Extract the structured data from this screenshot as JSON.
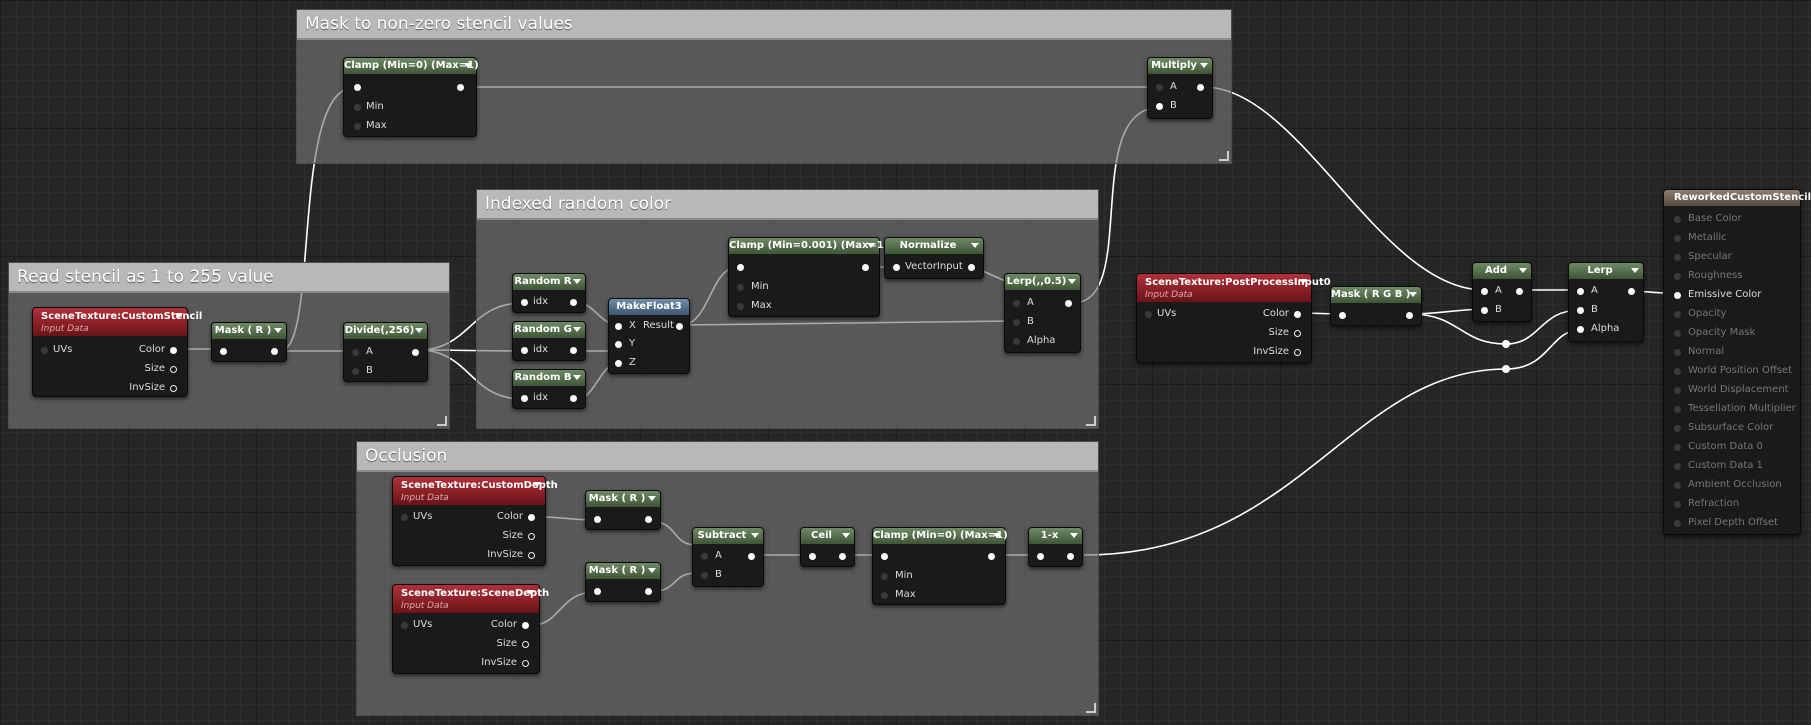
{
  "comments": {
    "mask": "Mask to non-zero stencil values",
    "random": "Indexed random color",
    "read": "Read stencil as 1 to 255 value",
    "occlusion": "Occlusion"
  },
  "nodes": {
    "clamp_top": {
      "title": "Clamp (Min=0) (Max=1)",
      "pins": [
        "Min",
        "Max"
      ]
    },
    "multiply": {
      "title": "Multiply",
      "pins": [
        "A",
        "B"
      ]
    },
    "scene_stencil": {
      "title": "SceneTexture:CustomStencil",
      "subtitle": "Input Data",
      "inputs": [
        "UVs"
      ],
      "outputs": [
        "Color",
        "Size",
        "InvSize"
      ]
    },
    "mask_r1": {
      "title": "Mask ( R )"
    },
    "divide": {
      "title": "Divide(,256)",
      "pins": [
        "A",
        "B"
      ]
    },
    "random_r": {
      "title": "Random R",
      "pin": "idx"
    },
    "random_g": {
      "title": "Random G",
      "pin": "idx"
    },
    "random_b": {
      "title": "Random B",
      "pin": "idx"
    },
    "makefloat3": {
      "title": "MakeFloat3",
      "pins": [
        "X",
        "Y",
        "Z"
      ],
      "output": "Result"
    },
    "clamp_mid": {
      "title": "Clamp (Min=0.001) (Max=1)",
      "pins": [
        "Min",
        "Max"
      ]
    },
    "normalize": {
      "title": "Normalize",
      "pin": "VectorInput"
    },
    "lerp_mid": {
      "title": "Lerp(,,0.5)",
      "pins": [
        "A",
        "B",
        "Alpha"
      ]
    },
    "scene_post": {
      "title": "SceneTexture:PostProcessInput0",
      "subtitle": "Input Data",
      "inputs": [
        "UVs"
      ],
      "outputs": [
        "Color",
        "Size",
        "InvSize"
      ]
    },
    "mask_rgb": {
      "title": "Mask ( R G B )"
    },
    "add": {
      "title": "Add",
      "pins": [
        "A",
        "B"
      ]
    },
    "lerp_final": {
      "title": "Lerp",
      "pins": [
        "A",
        "B",
        "Alpha"
      ]
    },
    "scene_cdepth": {
      "title": "SceneTexture:CustomDepth",
      "subtitle": "Input Data",
      "inputs": [
        "UVs"
      ],
      "outputs": [
        "Color",
        "Size",
        "InvSize"
      ]
    },
    "scene_sdepth": {
      "title": "SceneTexture:SceneDepth",
      "subtitle": "Input Data",
      "inputs": [
        "UVs"
      ],
      "outputs": [
        "Color",
        "Size",
        "InvSize"
      ]
    },
    "mask_r2": {
      "title": "Mask ( R )"
    },
    "mask_r3": {
      "title": "Mask ( R )"
    },
    "subtract": {
      "title": "Subtract",
      "pins": [
        "A",
        "B"
      ]
    },
    "ceil": {
      "title": "Ceil"
    },
    "clamp_bot": {
      "title": "Clamp (Min=0) (Max=1)",
      "pins": [
        "Min",
        "Max"
      ]
    },
    "oneminus": {
      "title": "1-x"
    }
  },
  "result": {
    "title": "ReworkedCustomStencil",
    "pins": [
      "Base Color",
      "Metallic",
      "Specular",
      "Roughness",
      "Emissive Color",
      "Opacity",
      "Opacity Mask",
      "Normal",
      "World Position Offset",
      "World Displacement",
      "Tessellation Multiplier",
      "Subsurface Color",
      "Custom Data 0",
      "Custom Data 1",
      "Ambient Occlusion",
      "Refraction",
      "Pixel Depth Offset"
    ],
    "active_pin": "Emissive Color"
  },
  "colors": {
    "green_header": "#4e6a45",
    "blue_header": "#4b6a87",
    "red_header": "#9a1f26",
    "result_header": "#6f6156"
  }
}
